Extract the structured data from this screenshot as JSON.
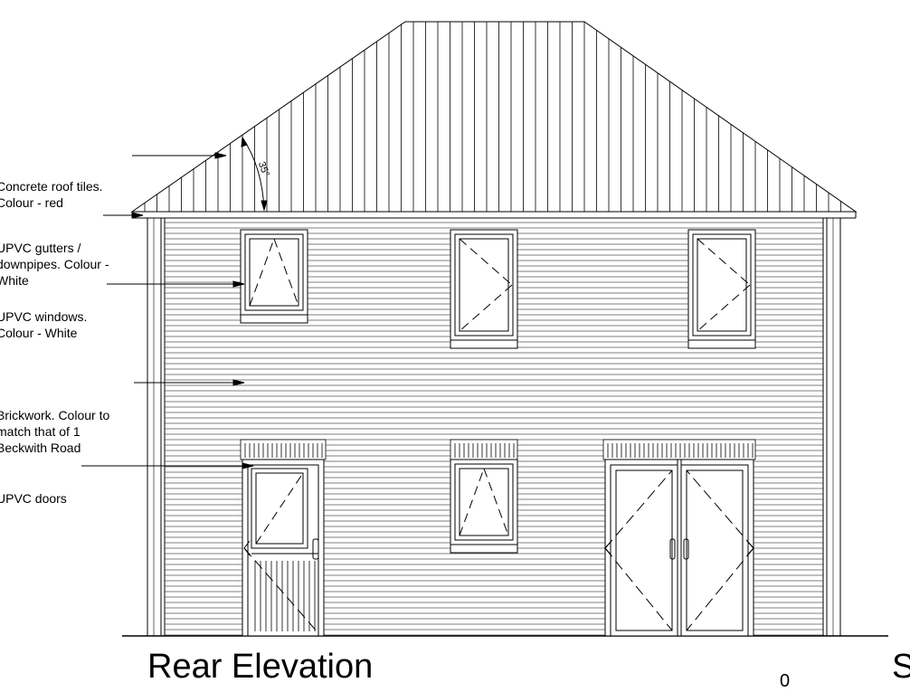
{
  "annotations": {
    "roof": [
      "Concrete roof tiles.",
      "Colour - red"
    ],
    "gutters": [
      "UPVC gutters /",
      "downpipes. Colour -",
      "White"
    ],
    "windows": [
      "UPVC windows.",
      "Colour - White"
    ],
    "brickwork": [
      "Brickwork. Colour to",
      "match that of 1",
      "Beckwith Road"
    ],
    "doors": [
      "UPVC doors"
    ]
  },
  "roof_pitch_label": "35°",
  "title": "Rear Elevation",
  "next_title_fragment": "S",
  "scale_label": "0"
}
